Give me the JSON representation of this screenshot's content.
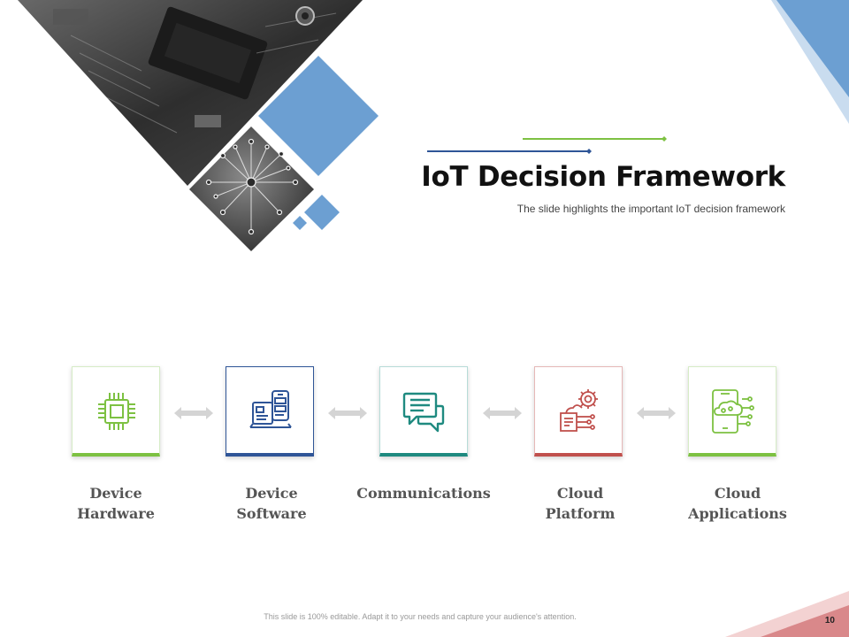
{
  "header": {
    "title": "IoT Decision Framework",
    "subtitle": "The slide highlights the important IoT decision framework"
  },
  "framework": {
    "steps": [
      {
        "label_line1": "Device",
        "label_line2": "Hardware",
        "icon": "chip-icon",
        "color": "#7dc142"
      },
      {
        "label_line1": "Device",
        "label_line2": "Software",
        "icon": "devices-icon",
        "color": "#2f5597"
      },
      {
        "label_line1": "Communications",
        "label_line2": "",
        "icon": "chat-icon",
        "color": "#1f8a80"
      },
      {
        "label_line1": "Cloud",
        "label_line2": "Platform",
        "icon": "cloud-settings-icon",
        "color": "#c0504d"
      },
      {
        "label_line1": "Cloud",
        "label_line2": "Applications",
        "icon": "cloud-phone-icon",
        "color": "#7dc142"
      }
    ]
  },
  "footer": {
    "note": "This slide is 100% editable. Adapt it to your needs and capture your audience's attention.",
    "page_number": "10"
  },
  "colors": {
    "accent_blue": "#6c9fd2",
    "accent_green": "#7dc142",
    "accent_navy": "#2f5597",
    "accent_red": "#d9888a"
  }
}
